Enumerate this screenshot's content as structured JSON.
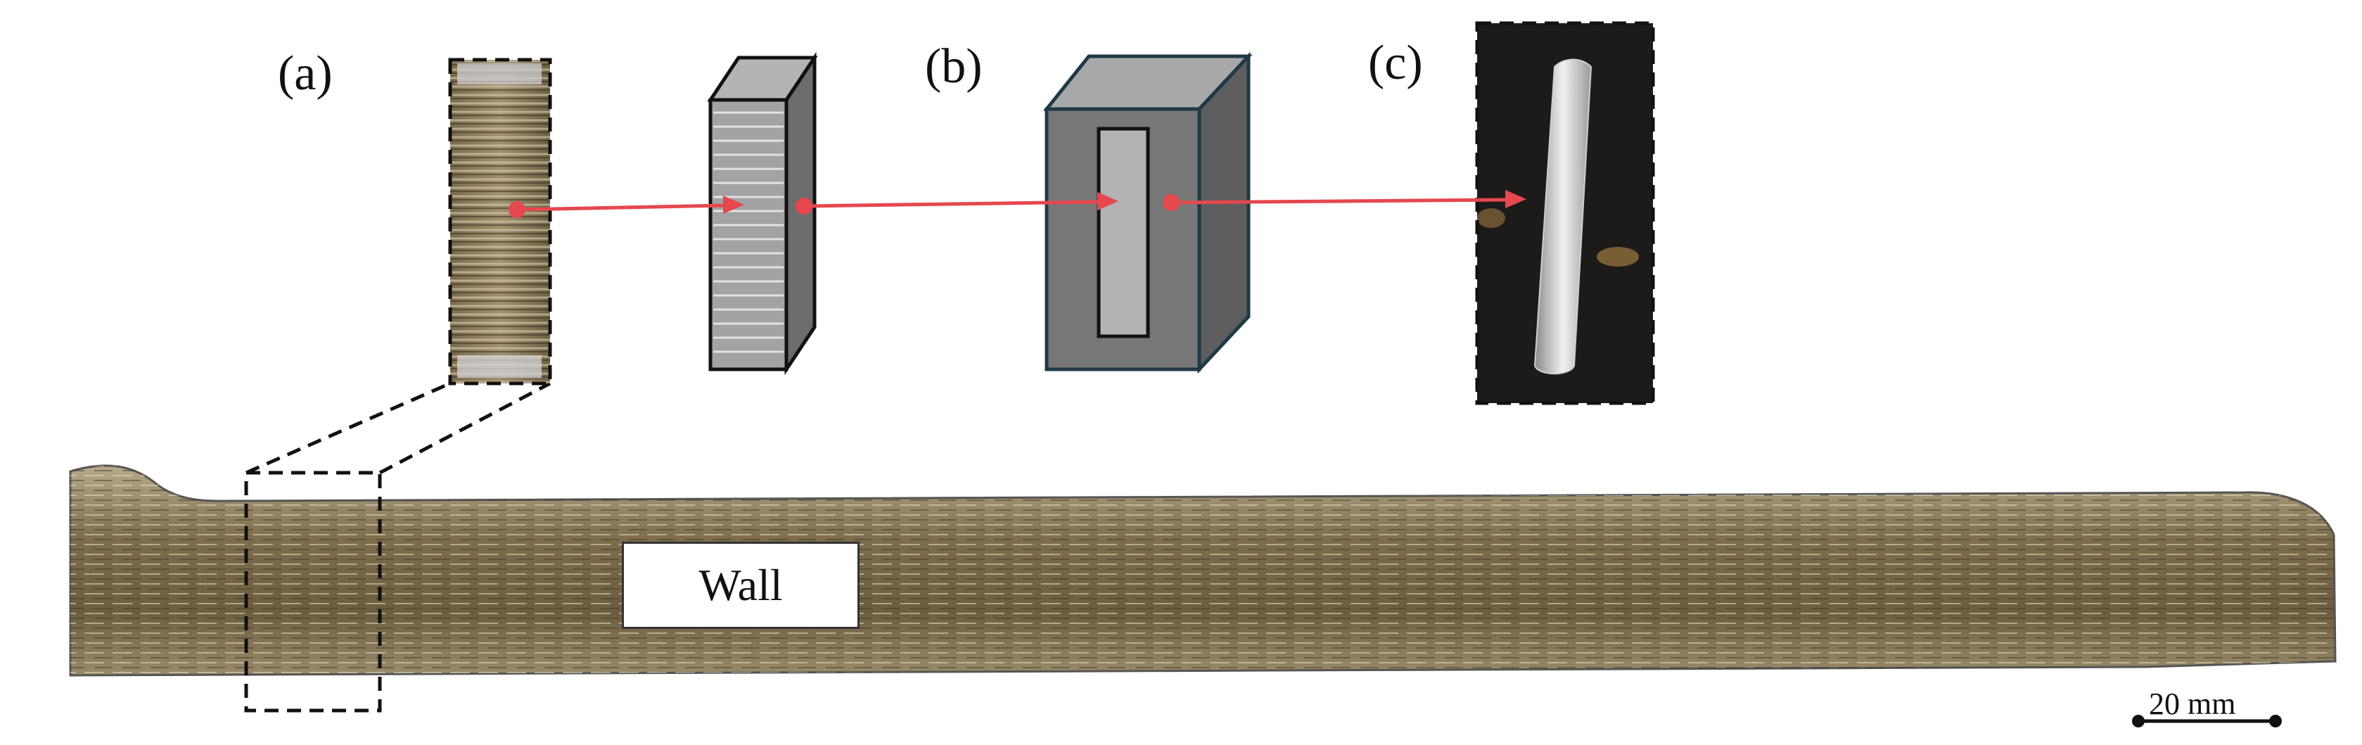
{
  "labels": {
    "a": "(a)",
    "b": "(b)",
    "c": "(c)"
  },
  "wall_label": "Wall",
  "scale_bar": {
    "text": "20 mm"
  },
  "colors": {
    "arrow": "#e5484d",
    "wall_metal": "#7a6a4a",
    "block_light": "#9a9a9a",
    "block_dark": "#6e6e6e",
    "background": "#ffffff"
  }
}
